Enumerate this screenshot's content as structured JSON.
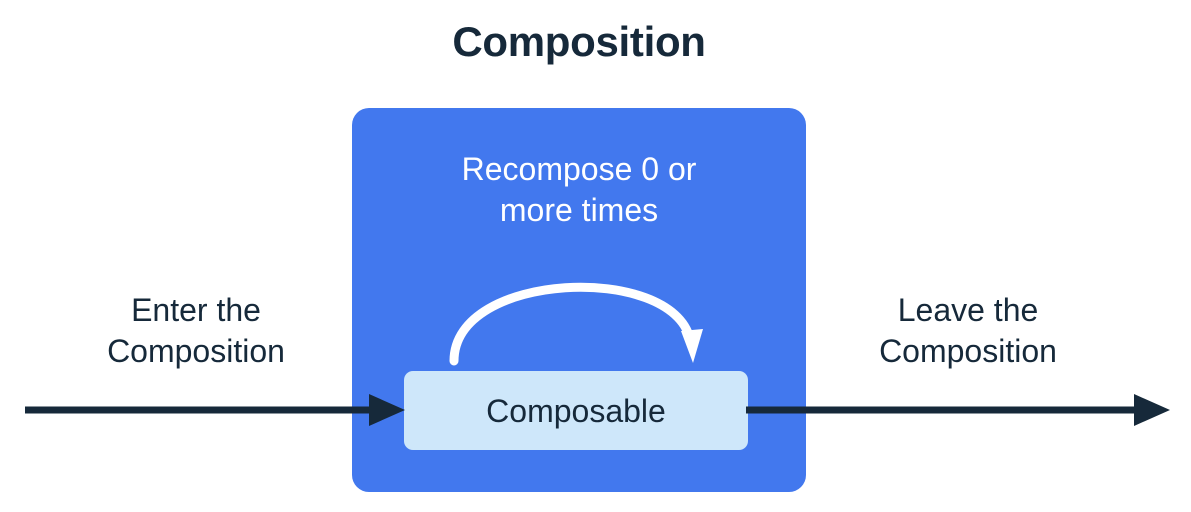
{
  "diagram": {
    "title": "Composition",
    "colors": {
      "background": "#ffffff",
      "composition_fill": "#4278ee",
      "composable_fill": "#cee7fa",
      "text_dark": "#16293a",
      "text_light": "#ffffff",
      "arrow_dark": "#16293a",
      "arrow_light": "#ffffff"
    },
    "composition_box": {
      "recompose_caption_line1": "Recompose 0 or",
      "recompose_caption_line2": "more times",
      "recompose_arc_icon": "curved-loop-arrow-icon",
      "composable_label": "Composable"
    },
    "enter_label": {
      "line1": "Enter the",
      "line2": "Composition",
      "arrow_icon": "right-arrow-icon"
    },
    "leave_label": {
      "line1": "Leave the",
      "line2": "Composition",
      "arrow_icon": "right-arrow-icon"
    }
  }
}
